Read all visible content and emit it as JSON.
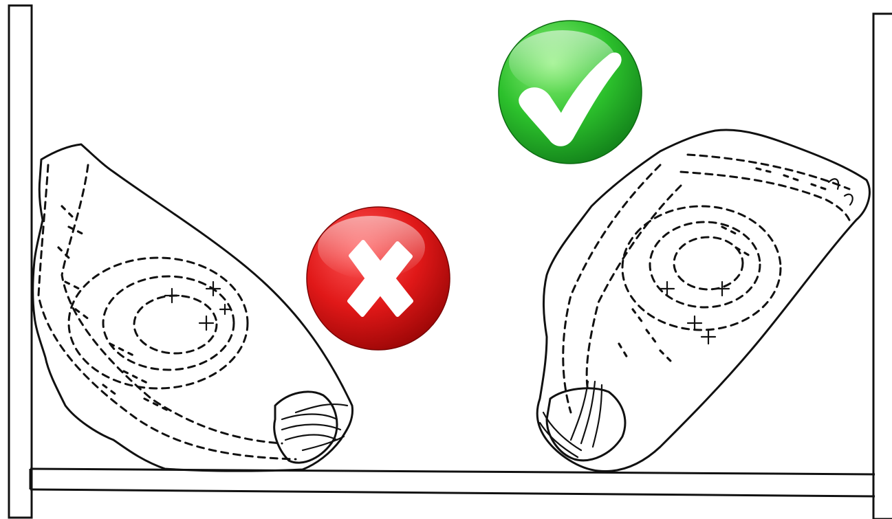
{
  "illustration": {
    "subject": "bagged-item-stored-on-shelf",
    "wrong_badge": {
      "icon": "cross-icon",
      "status": "incorrect",
      "color": "#d81414"
    },
    "right_badge": {
      "icon": "checkmark-icon",
      "status": "correct",
      "color": "#22b022"
    }
  }
}
